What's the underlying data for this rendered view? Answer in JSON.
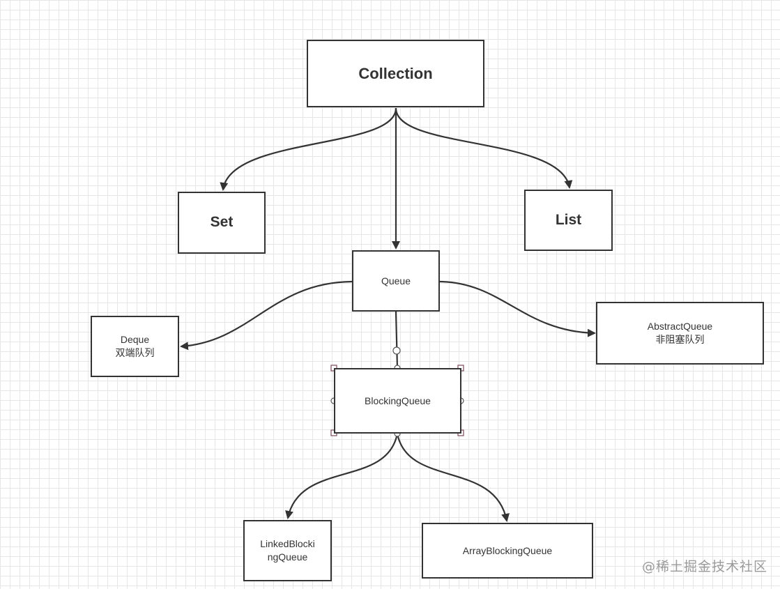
{
  "nodes": {
    "collection": "Collection",
    "set": "Set",
    "list": "List",
    "queue": "Queue",
    "deque": "Deque\n双端队列",
    "abstract_queue": "AbstractQueue\n非阻塞队列",
    "blocking_queue": "BlockingQueue",
    "linked_blocking_queue": "LinkedBlocki\nngQueue",
    "array_blocking_queue": "ArrayBlockingQueue"
  },
  "edges": [
    {
      "from": "collection",
      "to": "set"
    },
    {
      "from": "collection",
      "to": "queue"
    },
    {
      "from": "collection",
      "to": "list"
    },
    {
      "from": "queue",
      "to": "deque"
    },
    {
      "from": "queue",
      "to": "abstract_queue"
    },
    {
      "from": "queue",
      "to": "blocking_queue"
    },
    {
      "from": "blocking_queue",
      "to": "linked_blocking_queue"
    },
    {
      "from": "blocking_queue",
      "to": "array_blocking_queue"
    }
  ],
  "selected_node": "blocking_queue",
  "watermark": "@稀土掘金技术社区",
  "colors": {
    "stroke": "#333333",
    "grid": "#e6e6e6",
    "selection_handle": "#7a4a5a"
  }
}
